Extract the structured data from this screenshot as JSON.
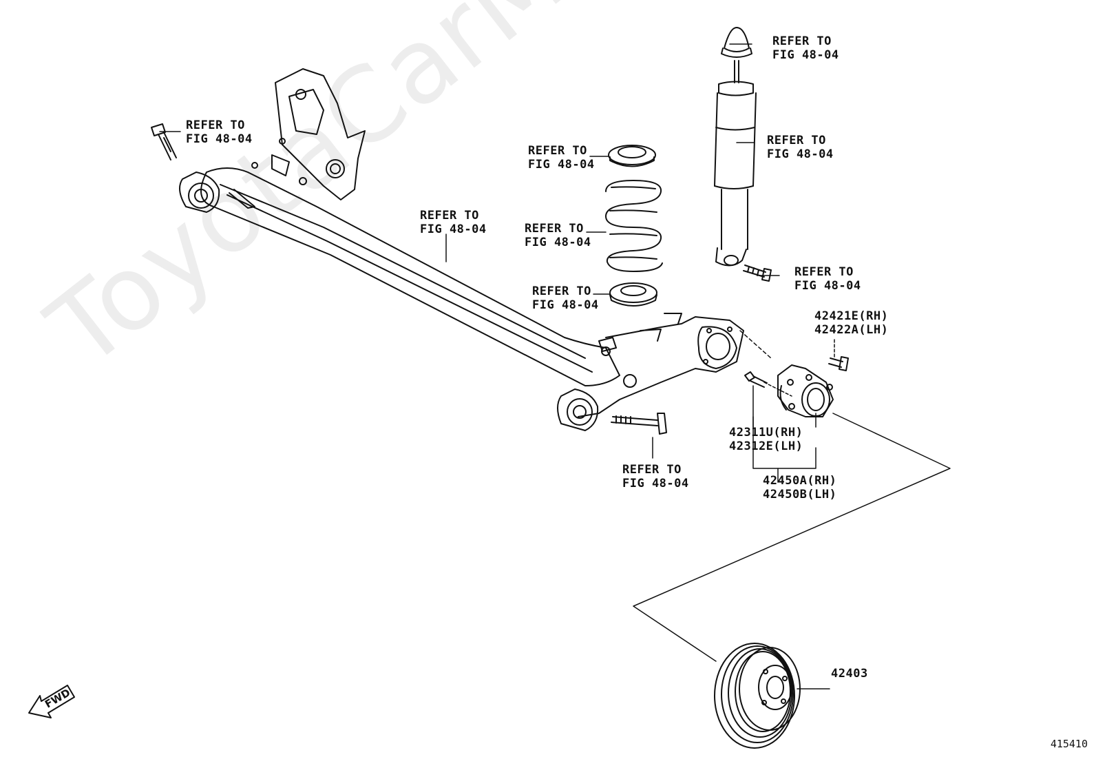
{
  "watermark": "ToyotaCarMine.ru",
  "refer_text": "REFER TO",
  "refer_fig": "FIG 48-04",
  "parts": {
    "hub_bolt_rh": "42421E(RH)",
    "hub_bolt_lh": "42422A(LH)",
    "hub_rh": "42311U(RH)",
    "hub_lh": "42312E(LH)",
    "hub_assy_rh": "42450A(RH)",
    "hub_assy_lh": "42450B(LH)",
    "brake_drum": "42403"
  },
  "fwd_label": "FWD",
  "illustration_number": "415410"
}
